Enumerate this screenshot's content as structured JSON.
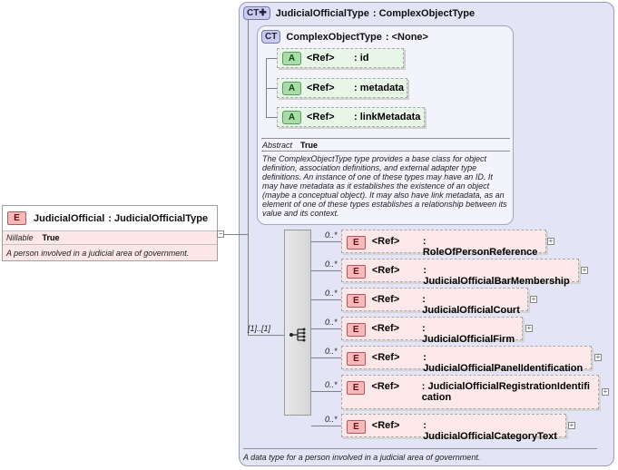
{
  "main_element": {
    "badge": "E",
    "name": "JudicialOfficial",
    "type": ": JudicialOfficialType",
    "nillable_label": "Nillable",
    "nillable_value": "True",
    "doc": "A person involved in a judicial area of government."
  },
  "outer_type": {
    "badge": "CT",
    "name": "JudicialOfficialType",
    "base": ": ComplexObjectType",
    "doc": "A data type for a person involved in a judicial area of government."
  },
  "inner_type": {
    "badge": "CT",
    "name": "ComplexObjectType",
    "base": ": <None>",
    "abstract_label": "Abstract",
    "abstract_value": "True",
    "doc": "The ComplexObjectType type provides a base class for object definition, association definitions, and external adapter type definitions. An instance of one of these types may have an ID. It may have metadata as it establishes the existence of an object (maybe a conceptual object). It may also have link metadata, as an element of one of these types establishes a relationship between its value and its context."
  },
  "attributes": [
    {
      "badge": "A",
      "ref": "<Ref>",
      "name": ": id"
    },
    {
      "badge": "A",
      "ref": "<Ref>",
      "name": ": metadata"
    },
    {
      "badge": "A",
      "ref": "<Ref>",
      "name": ": linkMetadata"
    }
  ],
  "sequence": {
    "occurrence": "[1]..[1]"
  },
  "elements": [
    {
      "badge": "E",
      "ref": "<Ref>",
      "name": ": RoleOfPersonReference",
      "occ": "0..*",
      "expand": "+"
    },
    {
      "badge": "E",
      "ref": "<Ref>",
      "name": ": JudicialOfficialBarMembership",
      "occ": "0..*",
      "expand": "+"
    },
    {
      "badge": "E",
      "ref": "<Ref>",
      "name": ": JudicialOfficialCourt",
      "occ": "0..*",
      "expand": "+"
    },
    {
      "badge": "E",
      "ref": "<Ref>",
      "name": ": JudicialOfficialFirm",
      "occ": "0..*",
      "expand": "+"
    },
    {
      "badge": "E",
      "ref": "<Ref>",
      "name": ": JudicialOfficialPanelIdentification",
      "occ": "0..*",
      "expand": "+"
    },
    {
      "badge": "E",
      "ref": "<Ref>",
      "name": ": JudicialOfficialRegistrationIdentification",
      "occ": "0..*",
      "expand": "+"
    },
    {
      "badge": "E",
      "ref": "<Ref>",
      "name": ": JudicialOfficialCategoryText",
      "occ": "0..*",
      "expand": "+"
    }
  ]
}
